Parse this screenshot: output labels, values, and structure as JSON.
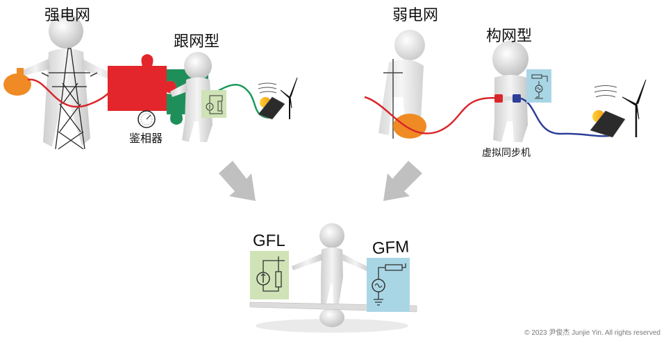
{
  "labels": {
    "strong_grid": "强电网",
    "grid_following": "跟网型",
    "phase_detector": "鉴相器",
    "weak_grid": "弱电网",
    "grid_forming": "构网型",
    "virtual_sync_machine": "虚拟同步机",
    "gfl": "GFL",
    "gfm": "GFM"
  },
  "colors": {
    "red_wire": "#d9262b",
    "green_wire": "#1a9a5c",
    "blue_wire": "#2c3f97",
    "puzzle_red": "#e2262b",
    "puzzle_green": "#1f8f5a",
    "gfl_box": "#cfe3b6",
    "gfm_box": "#a9d6e5",
    "arrow": "#c0c0c0",
    "figure": "#e9e9e9",
    "orange": "#f08a24"
  },
  "icons": [
    "transmission-tower-icon",
    "wind-turbine-icon",
    "solar-panel-icon",
    "sun-icon",
    "gauge-icon",
    "current-source-icon",
    "voltage-source-icon",
    "plug-icon"
  ],
  "copyright": "© 2023 尹俊杰 Junjie Yin. All rights reserved"
}
